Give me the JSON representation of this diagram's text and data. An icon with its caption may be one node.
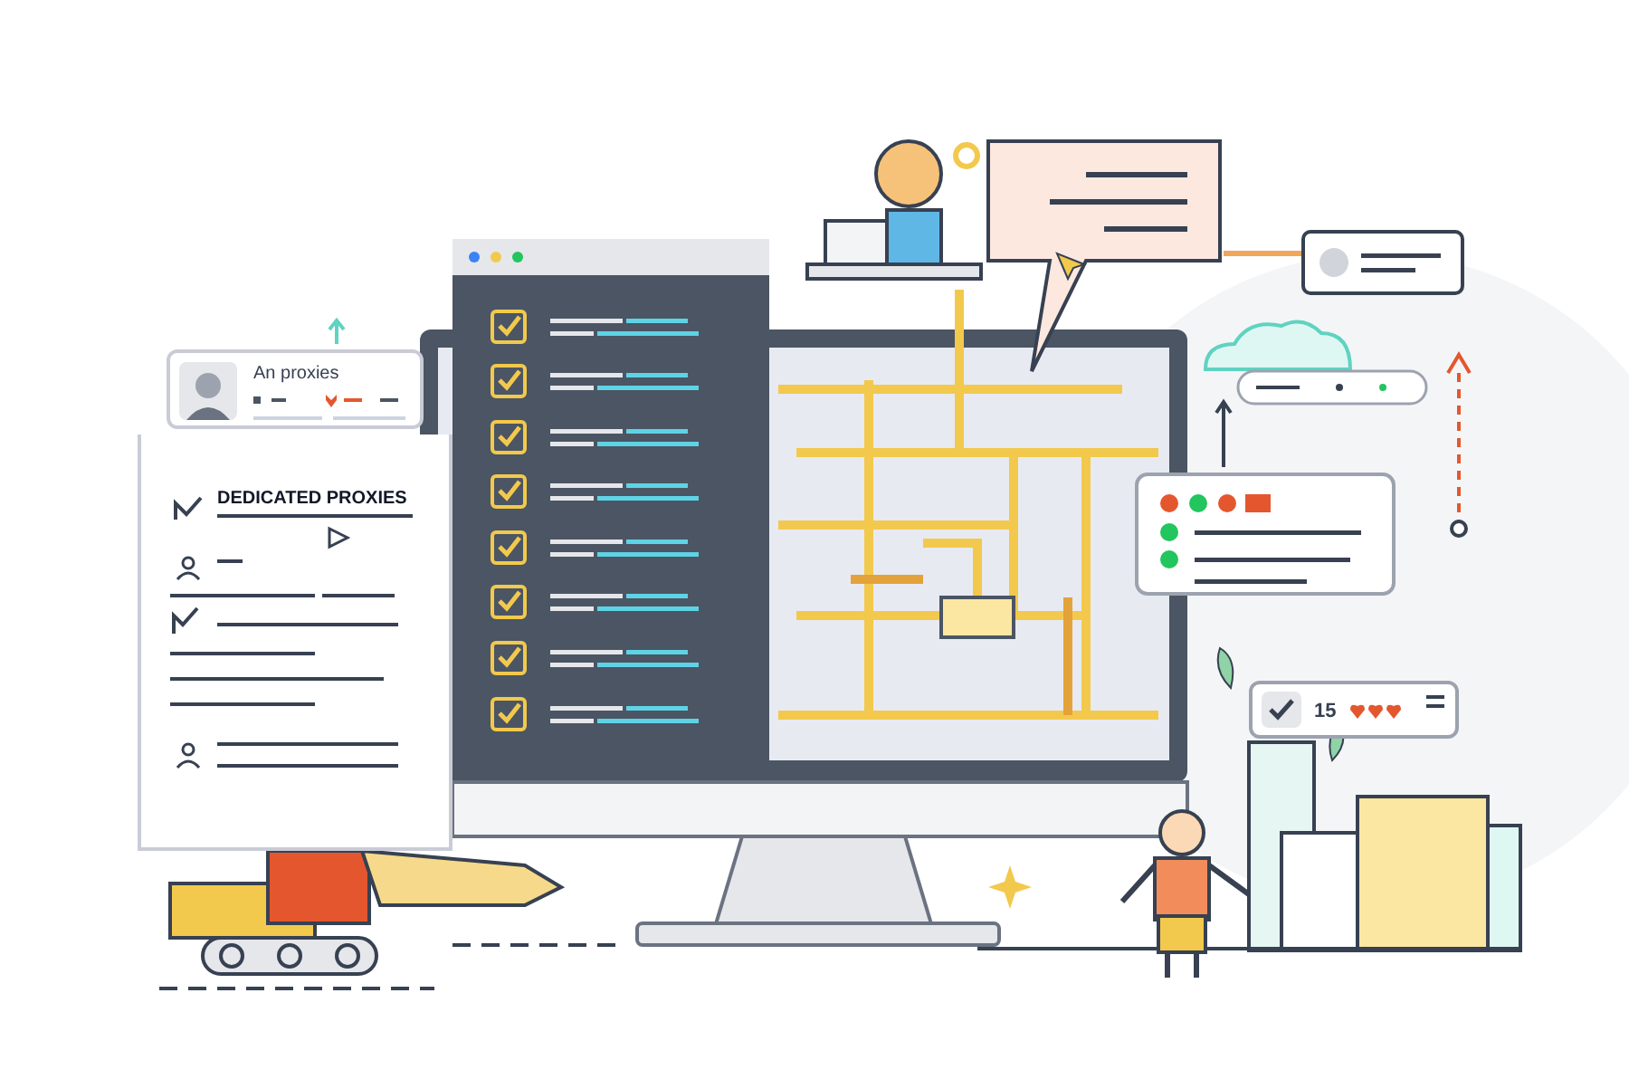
{
  "diagram": {
    "nodes": [
      {
        "text": [
          "An proxies"
        ]
      },
      {
        "text": [
          "DEDICATED PROXIES"
        ]
      },
      {
        "text": [
          "15"
        ]
      }
    ]
  }
}
